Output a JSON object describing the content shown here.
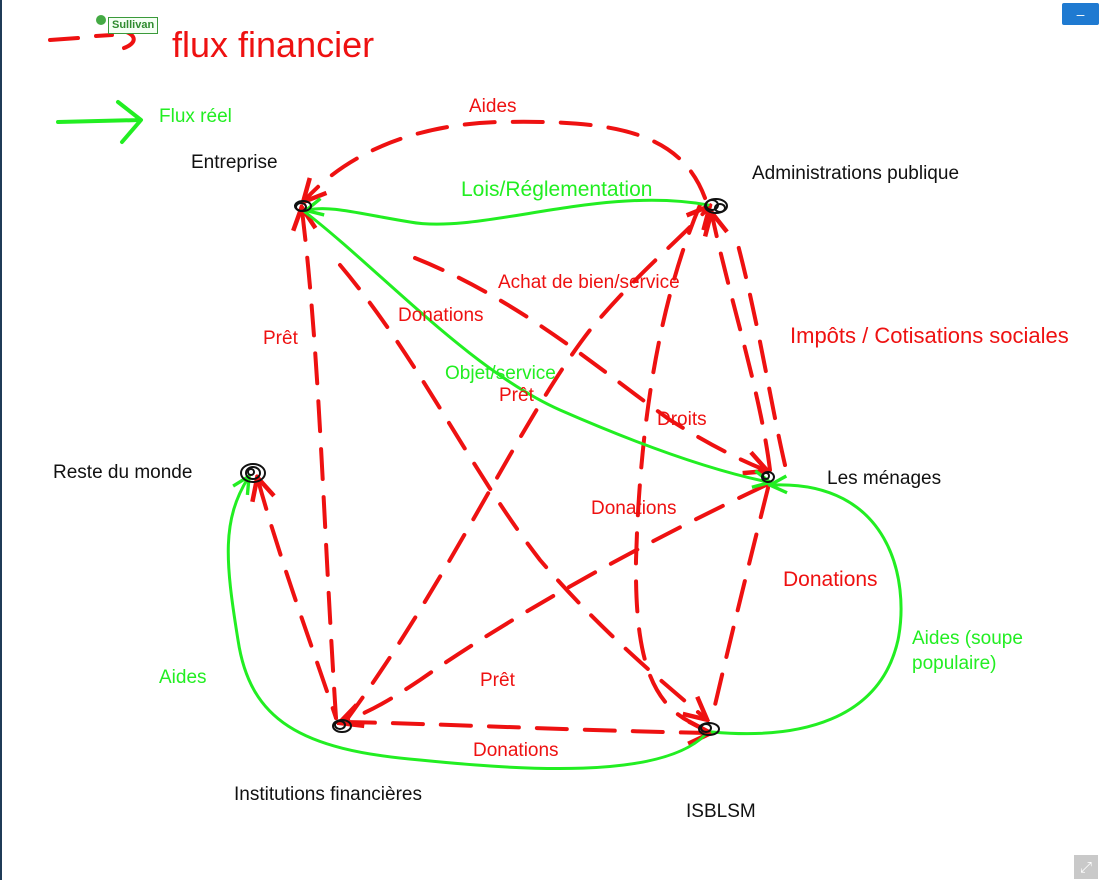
{
  "annotation": {
    "author_tag": "Sullivan"
  },
  "legend": {
    "financial_flow_label": "flux financier",
    "real_flow_label": "Flux réel"
  },
  "nodes": {
    "entreprise": "Entreprise",
    "administrations": "Administrations publique",
    "reste_du_monde": "Reste du monde",
    "menages": "Les ménages",
    "institutions": "Institutions financières",
    "isblsm": "ISBLSM"
  },
  "flow_labels": {
    "aides_top": "Aides",
    "lois": "Lois/Réglementation",
    "achat": "Achat de bien/service",
    "donations_1": "Donations",
    "pret_left": "Prêt",
    "impots": "Impôts / Cotisations sociales",
    "objet_service": "Objet/service",
    "pret_center": "Prêt",
    "droits": "Droits",
    "donations_2": "Donations",
    "donations_3": "Donations",
    "aides_soupe": [
      "Aides (soupe",
      "populaire)"
    ],
    "aides_left": "Aides",
    "pret_bottom": "Prêt",
    "donations_bottom": "Donations"
  },
  "colors": {
    "financial": "#ee1111",
    "real": "#22ee22",
    "node": "#111111",
    "text": "#111111"
  },
  "controls": {
    "collapse_symbol": "–",
    "fullscreen_symbol": "⤢"
  }
}
